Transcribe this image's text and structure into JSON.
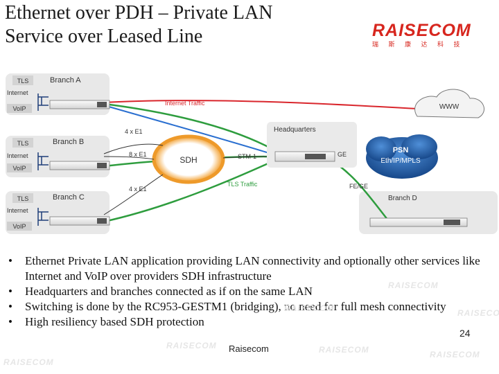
{
  "slide": {
    "title_line1": "Ethernet over PDH – Private LAN",
    "title_line2": "Service over Leased Line",
    "logo_text": "RAISECOM",
    "logo_chinese": "瑞 斯 康 达 科 技",
    "watermark_text": "RAISECOM",
    "footer_center": "Raisecom",
    "page_number": "24"
  },
  "diagram": {
    "branch_a": {
      "name": "Branch A",
      "tls": "TLS",
      "internet": "Internet",
      "voip": "VoIP"
    },
    "branch_b": {
      "name": "Branch B",
      "tls": "TLS",
      "internet": "Internet",
      "voip": "VoIP"
    },
    "branch_c": {
      "name": "Branch C",
      "tls": "TLS",
      "internet": "Internet",
      "voip": "VoIP"
    },
    "branch_d": {
      "name": "Branch D"
    },
    "headquarters": "Headquarters",
    "www": "WWW",
    "internet_traffic": "Internet Traffic",
    "tls_traffic": "TLS Traffic",
    "sdh": "SDH",
    "psn_line1": "PSN",
    "psn_line2": "Eth/IP/MPLS",
    "link_a": "4 x E1",
    "link_b": "8 x E1",
    "link_c": "4 x E1",
    "stm1": "STM-1",
    "ge": "GE",
    "fe_ge": "FE/GE"
  },
  "bullets": [
    "Ethernet Private LAN application providing LAN connectivity and optionally other services like Internet and VoIP over providers SDH infrastructure",
    "Headquarters and branches connected as if on the same LAN",
    "Switching is done by the RC953-GESTM1 (bridging), no need for full mesh connectivity",
    "High resiliency based SDH protection"
  ],
  "colors": {
    "sdh_ring": "#f3a53a",
    "psn_cloud": "#1f5fa8",
    "tls_line": "#2e9d3e",
    "internet_line": "#d9262c",
    "voip_line": "#2a6fd0",
    "brand_red": "#d7261e"
  }
}
